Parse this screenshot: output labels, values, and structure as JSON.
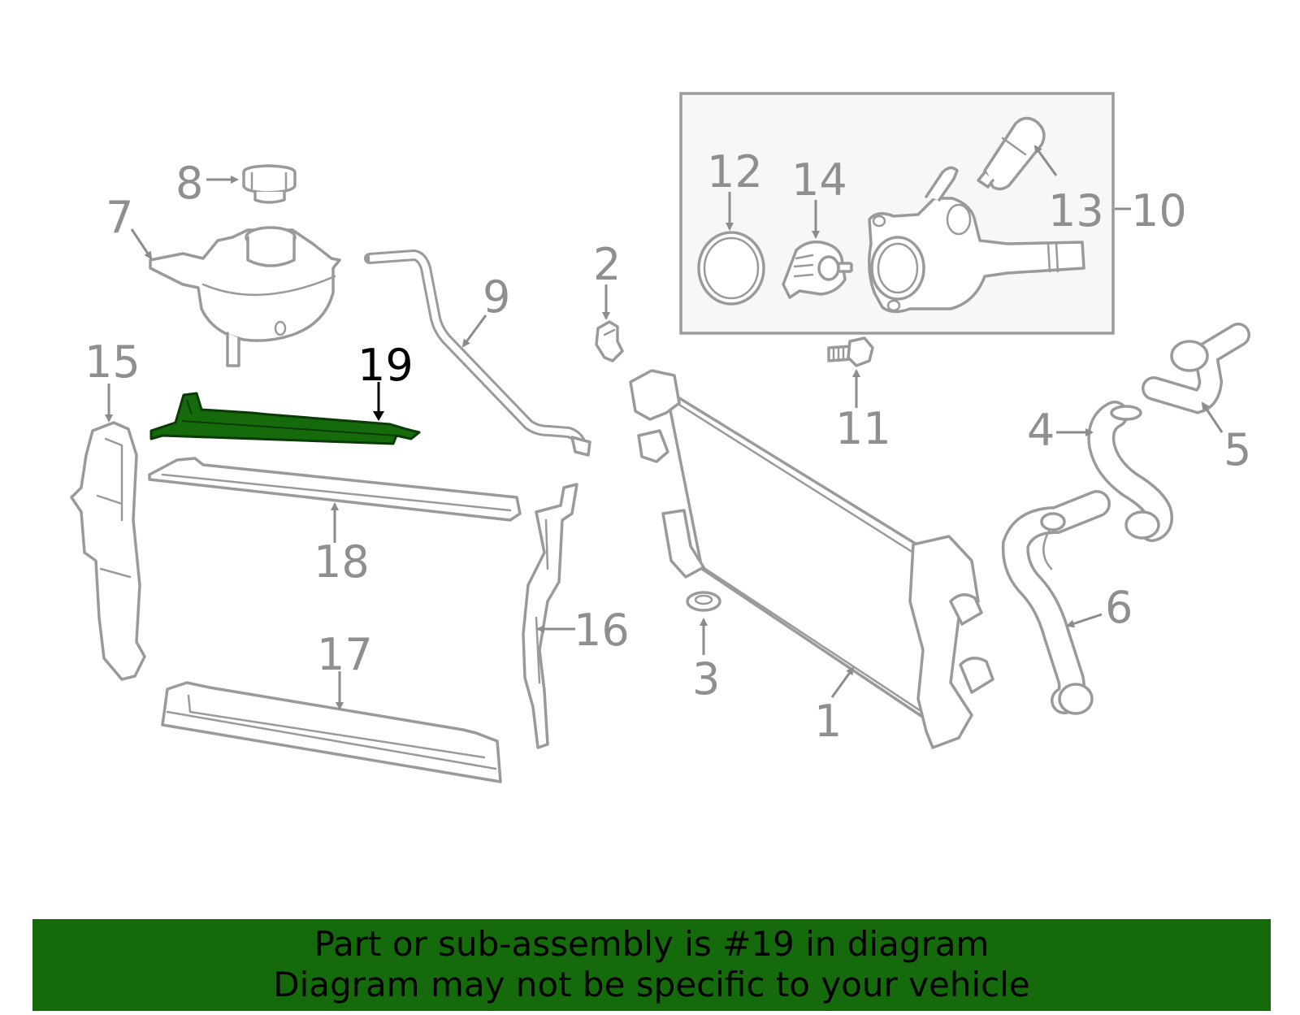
{
  "diagram": {
    "highlight_color": "#156b0c",
    "line_color": "#9a9a9a",
    "callouts": {
      "c1": "1",
      "c2": "2",
      "c3": "3",
      "c4": "4",
      "c5": "5",
      "c6": "6",
      "c7": "7",
      "c8": "8",
      "c9": "9",
      "c10": "10",
      "c11": "11",
      "c12": "12",
      "c13": "13",
      "c14": "14",
      "c15": "15",
      "c16": "16",
      "c17": "17",
      "c18": "18",
      "c19": "19"
    },
    "highlighted_callout": "19"
  },
  "footer": {
    "line1": "Part or sub-assembly is #19 in diagram",
    "line2": "Diagram may not be specific to your vehicle"
  }
}
